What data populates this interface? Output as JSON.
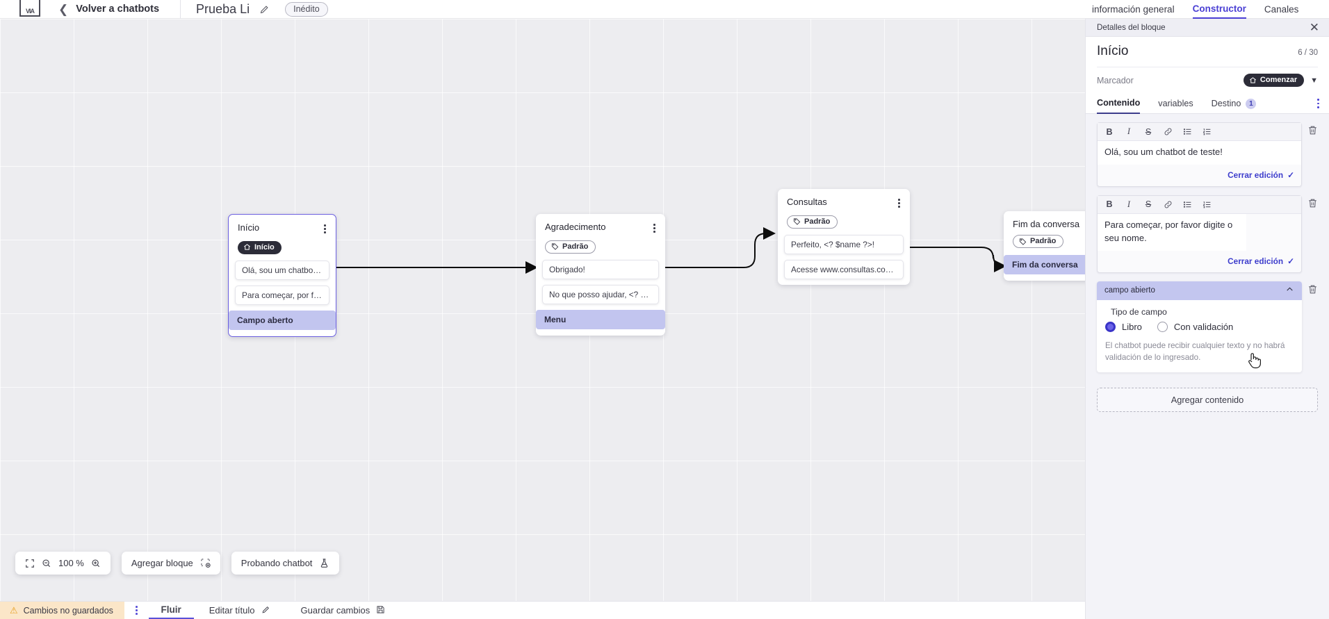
{
  "header": {
    "logo_text": "VIA",
    "back_label": "Volver a chatbots",
    "bot_title": "Prueba Li",
    "status_pill": "Inédito",
    "tabs": [
      {
        "label": "información general",
        "active": false
      },
      {
        "label": "Constructor",
        "active": true
      },
      {
        "label": "Canales",
        "active": false
      }
    ]
  },
  "canvas": {
    "nodes": [
      {
        "title": "Início",
        "tag": "Início",
        "tag_style": "dark",
        "messages": [
          "Olá, sou um chatbot de teste!",
          "Para começar, por favor digite o ..."
        ],
        "footer": "Campo aberto",
        "selected": true
      },
      {
        "title": "Agradecimento",
        "tag": "Padrão",
        "tag_style": "outline",
        "messages": [
          "Obrigado!",
          "No que posso ajudar, <? $name ..."
        ],
        "footer": "Menu",
        "selected": false
      },
      {
        "title": "Consultas",
        "tag": "Padrão",
        "tag_style": "outline",
        "messages": [
          "Perfeito, <? $name ?>!",
          "Acesse www.consultas.com par..."
        ],
        "footer": "",
        "selected": false
      },
      {
        "title": "Fim da conversa",
        "tag": "Padrão",
        "tag_style": "outline",
        "messages": [],
        "footer": "Fim da conversa",
        "selected": false
      }
    ]
  },
  "floatbar": {
    "zoom_level": "100 %",
    "fit_icon": "fit-screen-icon",
    "zoom_out_icon": "zoom-out-icon",
    "zoom_in_icon": "zoom-in-icon",
    "add_block": "Agregar bloque",
    "test_bot": "Probando chatbot"
  },
  "statusbar": {
    "unsaved": "Cambios no guardados",
    "tab_flow": "Fluir",
    "edit_title": "Editar título",
    "save_changes": "Guardar cambios"
  },
  "panel": {
    "head_title": "Detalles del bloque",
    "block_title": "Início",
    "char_count": "6 / 30",
    "marker_label": "Marcador",
    "marker_value": "Comenzar",
    "tabs": [
      {
        "label": "Contenido",
        "active": true,
        "badge": ""
      },
      {
        "label": "variables",
        "active": false,
        "badge": ""
      },
      {
        "label": "Destino",
        "active": false,
        "badge": "1"
      }
    ],
    "rich_toolbar": [
      "B",
      "I",
      "S",
      "link-icon",
      "bullet-list-icon",
      "numbered-list-icon"
    ],
    "editors": [
      {
        "text": "Olá, sou um chatbot de teste!",
        "close_label": "Cerrar edición"
      },
      {
        "text": "Para começar, por favor digite o seu nome.",
        "close_label": "Cerrar edición"
      }
    ],
    "field": {
      "head": "campo abierto",
      "type_label": "Tipo de campo",
      "options": [
        {
          "label": "Libro",
          "selected": true
        },
        {
          "label": "Con validación",
          "selected": false
        }
      ],
      "description": "El chatbot puede recibir cualquier texto y no habrá validación de lo ingresado."
    },
    "add_content": "Agregar contenido"
  },
  "colors": {
    "accent": "#4a3fd4",
    "node_footer": "#c2c5ef",
    "warn_bg": "#fbe6c8",
    "canvas_bg": "#ededf0"
  }
}
